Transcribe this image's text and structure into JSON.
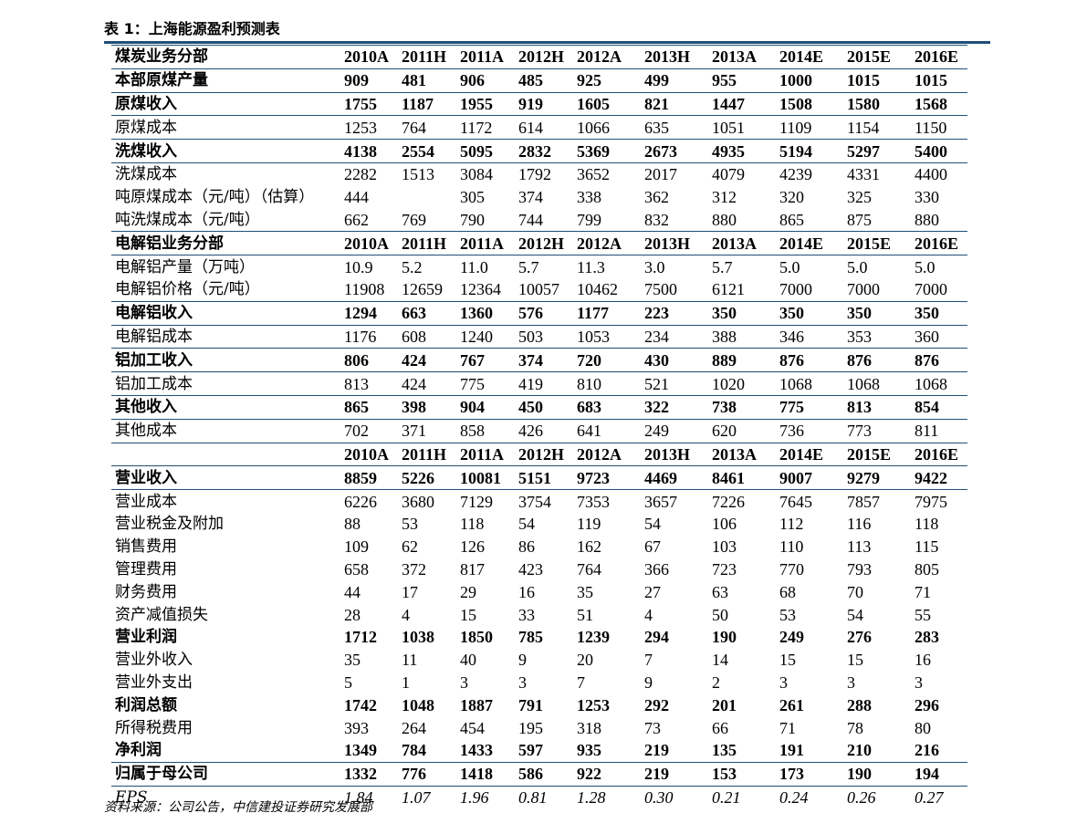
{
  "title": "表 1：上海能源盈利预测表",
  "years": [
    "2010A",
    "2011H",
    "2011A",
    "2012H",
    "2012A",
    "2013H",
    "2013A",
    "2014E",
    "2015E",
    "2016E"
  ],
  "rows": [
    {
      "label": "煤炭业务分部",
      "values": [
        "2010A",
        "2011H",
        "2011A",
        "2012H",
        "2012A",
        "2013H",
        "2013A",
        "2014E",
        "2015E",
        "2016E"
      ],
      "bold": true,
      "sep": true
    },
    {
      "label": "本部原煤产量",
      "values": [
        "909",
        "481",
        "906",
        "485",
        "925",
        "499",
        "955",
        "1000",
        "1015",
        "1015"
      ],
      "bold": true,
      "sep": true
    },
    {
      "label": "原煤收入",
      "values": [
        "1755",
        "1187",
        "1955",
        "919",
        "1605",
        "821",
        "1447",
        "1508",
        "1580",
        "1568"
      ],
      "bold": true,
      "sep": true
    },
    {
      "label": "原煤成本",
      "values": [
        "1253",
        "764",
        "1172",
        "614",
        "1066",
        "635",
        "1051",
        "1109",
        "1154",
        "1150"
      ],
      "bold": false,
      "sep": true
    },
    {
      "label": "洗煤收入",
      "values": [
        "4138",
        "2554",
        "5095",
        "2832",
        "5369",
        "2673",
        "4935",
        "5194",
        "5297",
        "5400"
      ],
      "bold": true,
      "sep": true
    },
    {
      "label": "洗煤成本",
      "values": [
        "2282",
        "1513",
        "3084",
        "1792",
        "3652",
        "2017",
        "4079",
        "4239",
        "4331",
        "4400"
      ],
      "bold": false,
      "sep": false
    },
    {
      "label": "吨原煤成本（元/吨）（估算）",
      "values": [
        "444",
        "",
        "305",
        "374",
        "338",
        "362",
        "312",
        "320",
        "325",
        "330"
      ],
      "bold": false,
      "sep": false
    },
    {
      "label": "吨洗煤成本（元/吨）",
      "values": [
        "662",
        "769",
        "790",
        "744",
        "799",
        "832",
        "880",
        "865",
        "875",
        "880"
      ],
      "bold": false,
      "sep": true
    },
    {
      "label": "电解铝业务分部",
      "values": [
        "2010A",
        "2011H",
        "2011A",
        "2012H",
        "2012A",
        "2013H",
        "2013A",
        "2014E",
        "2015E",
        "2016E"
      ],
      "bold": true,
      "sep": true
    },
    {
      "label": "电解铝产量（万吨）",
      "values": [
        "10.9",
        "5.2",
        "11.0",
        "5.7",
        "11.3",
        "3.0",
        "5.7",
        "5.0",
        "5.0",
        "5.0"
      ],
      "bold": false,
      "sep": false
    },
    {
      "label": "电解铝价格（元/吨）",
      "values": [
        "11908",
        "12659",
        "12364",
        "10057",
        "10462",
        "7500",
        "6121",
        "7000",
        "7000",
        "7000"
      ],
      "bold": false,
      "sep": true
    },
    {
      "label": "电解铝收入",
      "values": [
        "1294",
        "663",
        "1360",
        "576",
        "1177",
        "223",
        "350",
        "350",
        "350",
        "350"
      ],
      "bold": true,
      "sep": true
    },
    {
      "label": "电解铝成本",
      "values": [
        "1176",
        "608",
        "1240",
        "503",
        "1053",
        "234",
        "388",
        "346",
        "353",
        "360"
      ],
      "bold": false,
      "sep": true
    },
    {
      "label": "铝加工收入",
      "values": [
        "806",
        "424",
        "767",
        "374",
        "720",
        "430",
        "889",
        "876",
        "876",
        "876"
      ],
      "bold": true,
      "sep": true
    },
    {
      "label": "铝加工成本",
      "values": [
        "813",
        "424",
        "775",
        "419",
        "810",
        "521",
        "1020",
        "1068",
        "1068",
        "1068"
      ],
      "bold": false,
      "sep": true
    },
    {
      "label": "其他收入",
      "values": [
        "865",
        "398",
        "904",
        "450",
        "683",
        "322",
        "738",
        "775",
        "813",
        "854"
      ],
      "bold": true,
      "sep": true
    },
    {
      "label": "其他成本",
      "values": [
        "702",
        "371",
        "858",
        "426",
        "641",
        "249",
        "620",
        "736",
        "773",
        "811"
      ],
      "bold": false,
      "sep": true
    },
    {
      "label": "",
      "values": [
        "2010A",
        "2011H",
        "2011A",
        "2012H",
        "2012A",
        "2013H",
        "2013A",
        "2014E",
        "2015E",
        "2016E"
      ],
      "bold": true,
      "sep": true
    },
    {
      "label": "营业收入",
      "values": [
        "8859",
        "5226",
        "10081",
        "5151",
        "9723",
        "4469",
        "8461",
        "9007",
        "9279",
        "9422"
      ],
      "bold": true,
      "sep": true
    },
    {
      "label": "营业成本",
      "values": [
        "6226",
        "3680",
        "7129",
        "3754",
        "7353",
        "3657",
        "7226",
        "7645",
        "7857",
        "7975"
      ],
      "bold": false,
      "sep": false
    },
    {
      "label": "营业税金及附加",
      "values": [
        "88",
        "53",
        "118",
        "54",
        "119",
        "54",
        "106",
        "112",
        "116",
        "118"
      ],
      "bold": false,
      "sep": false
    },
    {
      "label": "销售费用",
      "values": [
        "109",
        "62",
        "126",
        "86",
        "162",
        "67",
        "103",
        "110",
        "113",
        "115"
      ],
      "bold": false,
      "sep": false
    },
    {
      "label": "管理费用",
      "values": [
        "658",
        "372",
        "817",
        "423",
        "764",
        "366",
        "723",
        "770",
        "793",
        "805"
      ],
      "bold": false,
      "sep": false
    },
    {
      "label": "财务费用",
      "values": [
        "44",
        "17",
        "29",
        "16",
        "35",
        "27",
        "63",
        "68",
        "70",
        "71"
      ],
      "bold": false,
      "sep": false
    },
    {
      "label": "资产减值损失",
      "values": [
        "28",
        "4",
        "15",
        "33",
        "51",
        "4",
        "50",
        "53",
        "54",
        "55"
      ],
      "bold": false,
      "sep": false
    },
    {
      "label": "营业利润",
      "values": [
        "1712",
        "1038",
        "1850",
        "785",
        "1239",
        "294",
        "190",
        "249",
        "276",
        "283"
      ],
      "bold": true,
      "sep": false
    },
    {
      "label": "营业外收入",
      "values": [
        "35",
        "11",
        "40",
        "9",
        "20",
        "7",
        "14",
        "15",
        "15",
        "16"
      ],
      "bold": false,
      "sep": false
    },
    {
      "label": "营业外支出",
      "values": [
        "5",
        "1",
        "3",
        "3",
        "7",
        "9",
        "2",
        "3",
        "3",
        "3"
      ],
      "bold": false,
      "sep": false
    },
    {
      "label": "利润总额",
      "values": [
        "1742",
        "1048",
        "1887",
        "791",
        "1253",
        "292",
        "201",
        "261",
        "288",
        "296"
      ],
      "bold": true,
      "sep": false
    },
    {
      "label": "所得税费用",
      "values": [
        "393",
        "264",
        "454",
        "195",
        "318",
        "73",
        "66",
        "71",
        "78",
        "80"
      ],
      "bold": false,
      "sep": false
    },
    {
      "label": "净利润",
      "values": [
        "1349",
        "784",
        "1433",
        "597",
        "935",
        "219",
        "135",
        "191",
        "210",
        "216"
      ],
      "bold": true,
      "sep": true
    },
    {
      "label": "归属于母公司",
      "values": [
        "1332",
        "776",
        "1418",
        "586",
        "922",
        "219",
        "153",
        "173",
        "190",
        "194"
      ],
      "bold": true,
      "sep": true
    },
    {
      "label": "EPS",
      "values": [
        "1.84",
        "1.07",
        "1.96",
        "0.81",
        "1.28",
        "0.30",
        "0.21",
        "0.24",
        "0.26",
        "0.27"
      ],
      "bold": false,
      "sep": false,
      "italic": true
    }
  ],
  "source": "资料来源：公司公告，中信建投证券研究发展部"
}
